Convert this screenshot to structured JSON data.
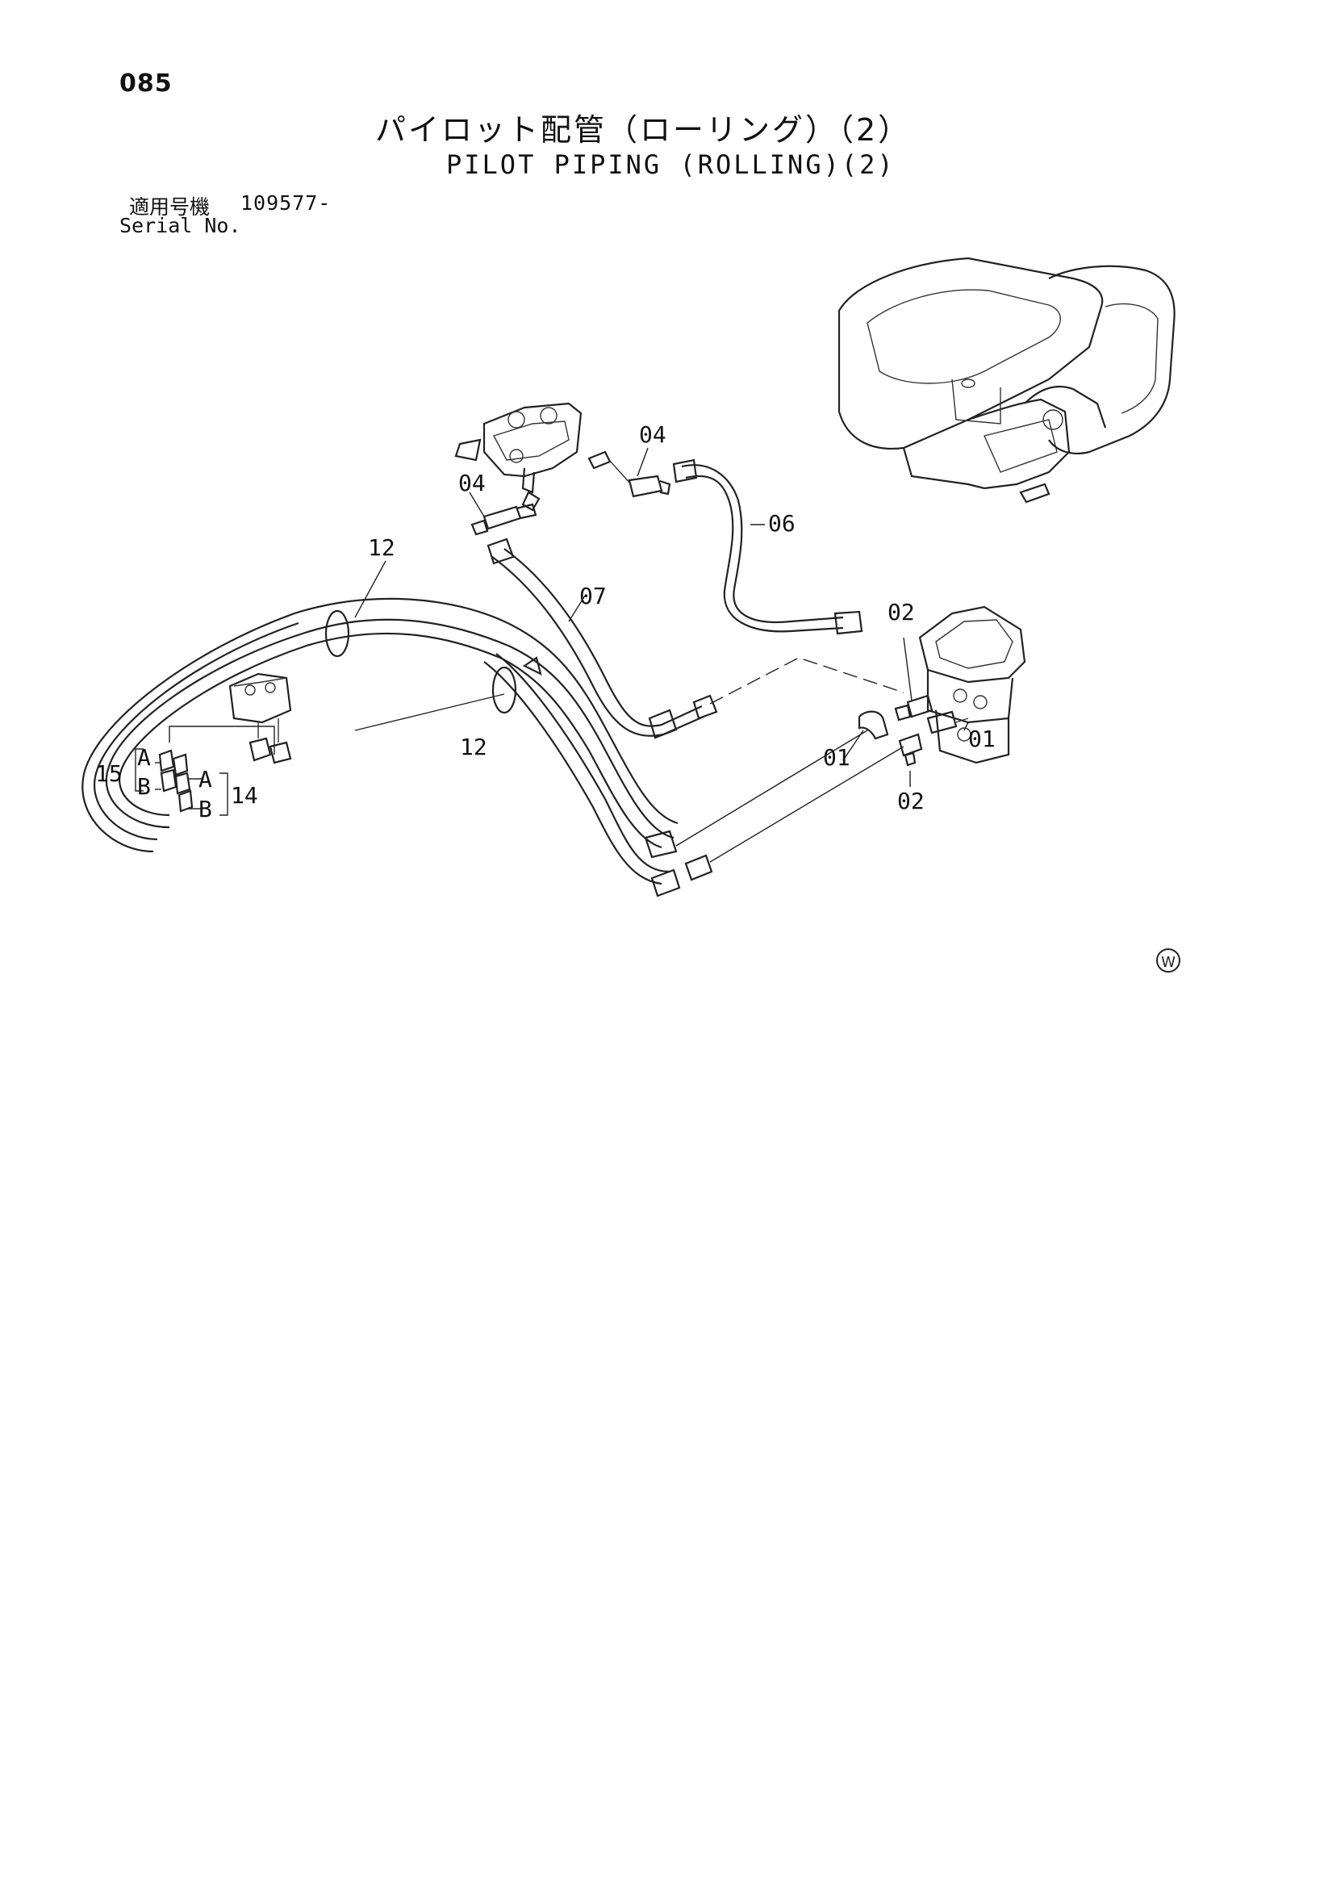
{
  "page_number": "085",
  "title_jp": "パイロット配管（ローリング）（2）",
  "title_en": "PILOT PIPING (ROLLING)(2)",
  "serial_label_jp": "適用号機",
  "serial_value": "109577-",
  "serial_label_en": "Serial No.",
  "mark": "W",
  "callouts": {
    "c04a": "04",
    "c04b": "04",
    "c06": "06",
    "c07": "07",
    "c12a": "12",
    "c12b": "12",
    "c02a": "02",
    "c02b": "02",
    "c01a": "01",
    "c01b": "01",
    "c15": "15",
    "c14": "14",
    "a1": "A",
    "b1": "B",
    "a2": "A",
    "b2": "B"
  }
}
